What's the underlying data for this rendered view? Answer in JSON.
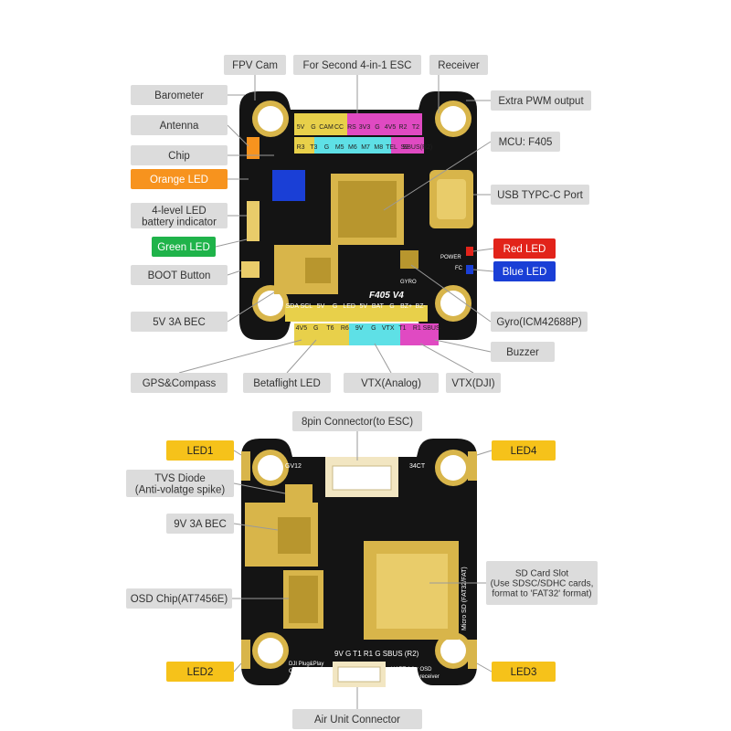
{
  "colors": {
    "board": "#141414",
    "pad": "#d8b54a",
    "pad_dark": "#b8962e",
    "callout_grey": "#dcdcdc",
    "callout_yellow": "#f6c21a",
    "orange": "#f7931e",
    "green": "#1fb34a",
    "red": "#e2231a",
    "blue": "#1a3fd6",
    "pink": "#e04ac2",
    "cyan": "#5ee0e6",
    "leader": "#9a9a9a"
  },
  "top_board": {
    "model": "F405 V4",
    "gyro_label": "GYRO",
    "power_label": "POWER",
    "fc_label": "FC",
    "header_top_row": [
      "5V",
      "G",
      "CAM",
      "CC",
      "RS",
      "3V3",
      "G",
      "4V5",
      "R2",
      "T2"
    ],
    "header_top_row2": [
      "R3",
      "T3",
      "G",
      "M5",
      "M6",
      "M7",
      "M8",
      "TEL",
      "S9",
      "SBUS(R2)"
    ],
    "header_bottom_row": [
      "SDA",
      "SCL",
      "5V",
      "G",
      "LED",
      "5V",
      "BAT",
      "G",
      "BZ+",
      "BZ-"
    ],
    "header_bottom_row2": [
      "4V5",
      "G",
      "T6",
      "R6",
      "9V",
      "G",
      "VTX",
      "T1",
      "R1",
      "SBUS"
    ]
  },
  "top_callouts": {
    "fpv_cam": "FPV Cam",
    "second_esc": "For Second 4-in-1 ESC",
    "receiver": "Receiver",
    "barometer": "Barometer",
    "extra_pwm": "Extra PWM output",
    "antenna": "Antenna",
    "mcu": "MCU: F405",
    "chip": "Chip",
    "orange_led": "Orange LED",
    "usb": "USB TYPC-C Port",
    "battery_led": "4-level LED\nbattery indicator",
    "red_led": "Red LED",
    "green_led": "Green LED",
    "blue_led": "Blue LED",
    "boot": "BOOT Button",
    "bec5v": "5V 3A BEC",
    "gyro": "Gyro(ICM42688P)",
    "buzzer": "Buzzer",
    "gps": "GPS&Compass",
    "bf_led": "Betaflight LED",
    "vtx_analog": "VTX(Analog)",
    "vtx_dji": "VTX(DJI)"
  },
  "bottom_board": {
    "gv12": "GV12",
    "ct34": "34CT",
    "pads_label": "9V G T1 R1 G SBUS (R2)",
    "dji_note": "DJI Plug&Play\nO3/Link/Vista\n/Air Unit",
    "uart_note": "UART 1 for OSD\nUART 2 for receiver",
    "sd_silk": "Micro SD (FAT32/FAT)"
  },
  "bottom_callouts": {
    "connector8": "8pin Connector(to ESC)",
    "led1": "LED1",
    "led4": "LED4",
    "tvs": "TVS Diode\n(Anti-volatge spike)",
    "bec9v": "9V 3A BEC",
    "sd_slot": "SD Card Slot\n(Use SDSC/SDHC cards,\nformat to 'FAT32' format)",
    "osd": "OSD Chip(AT7456E)",
    "led2": "LED2",
    "led3": "LED3",
    "air_unit": "Air Unit Connector"
  }
}
